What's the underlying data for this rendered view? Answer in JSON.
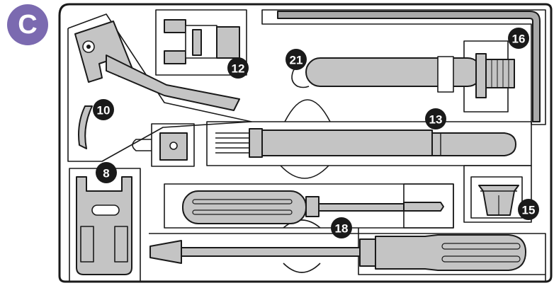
{
  "section_label": "C",
  "accent_color": "#7b6ab0",
  "callouts": {
    "n8": "8",
    "n10": "10",
    "n12": "12",
    "n13": "13",
    "n15": "15",
    "n16": "16",
    "n18": "18",
    "n21": "21"
  }
}
